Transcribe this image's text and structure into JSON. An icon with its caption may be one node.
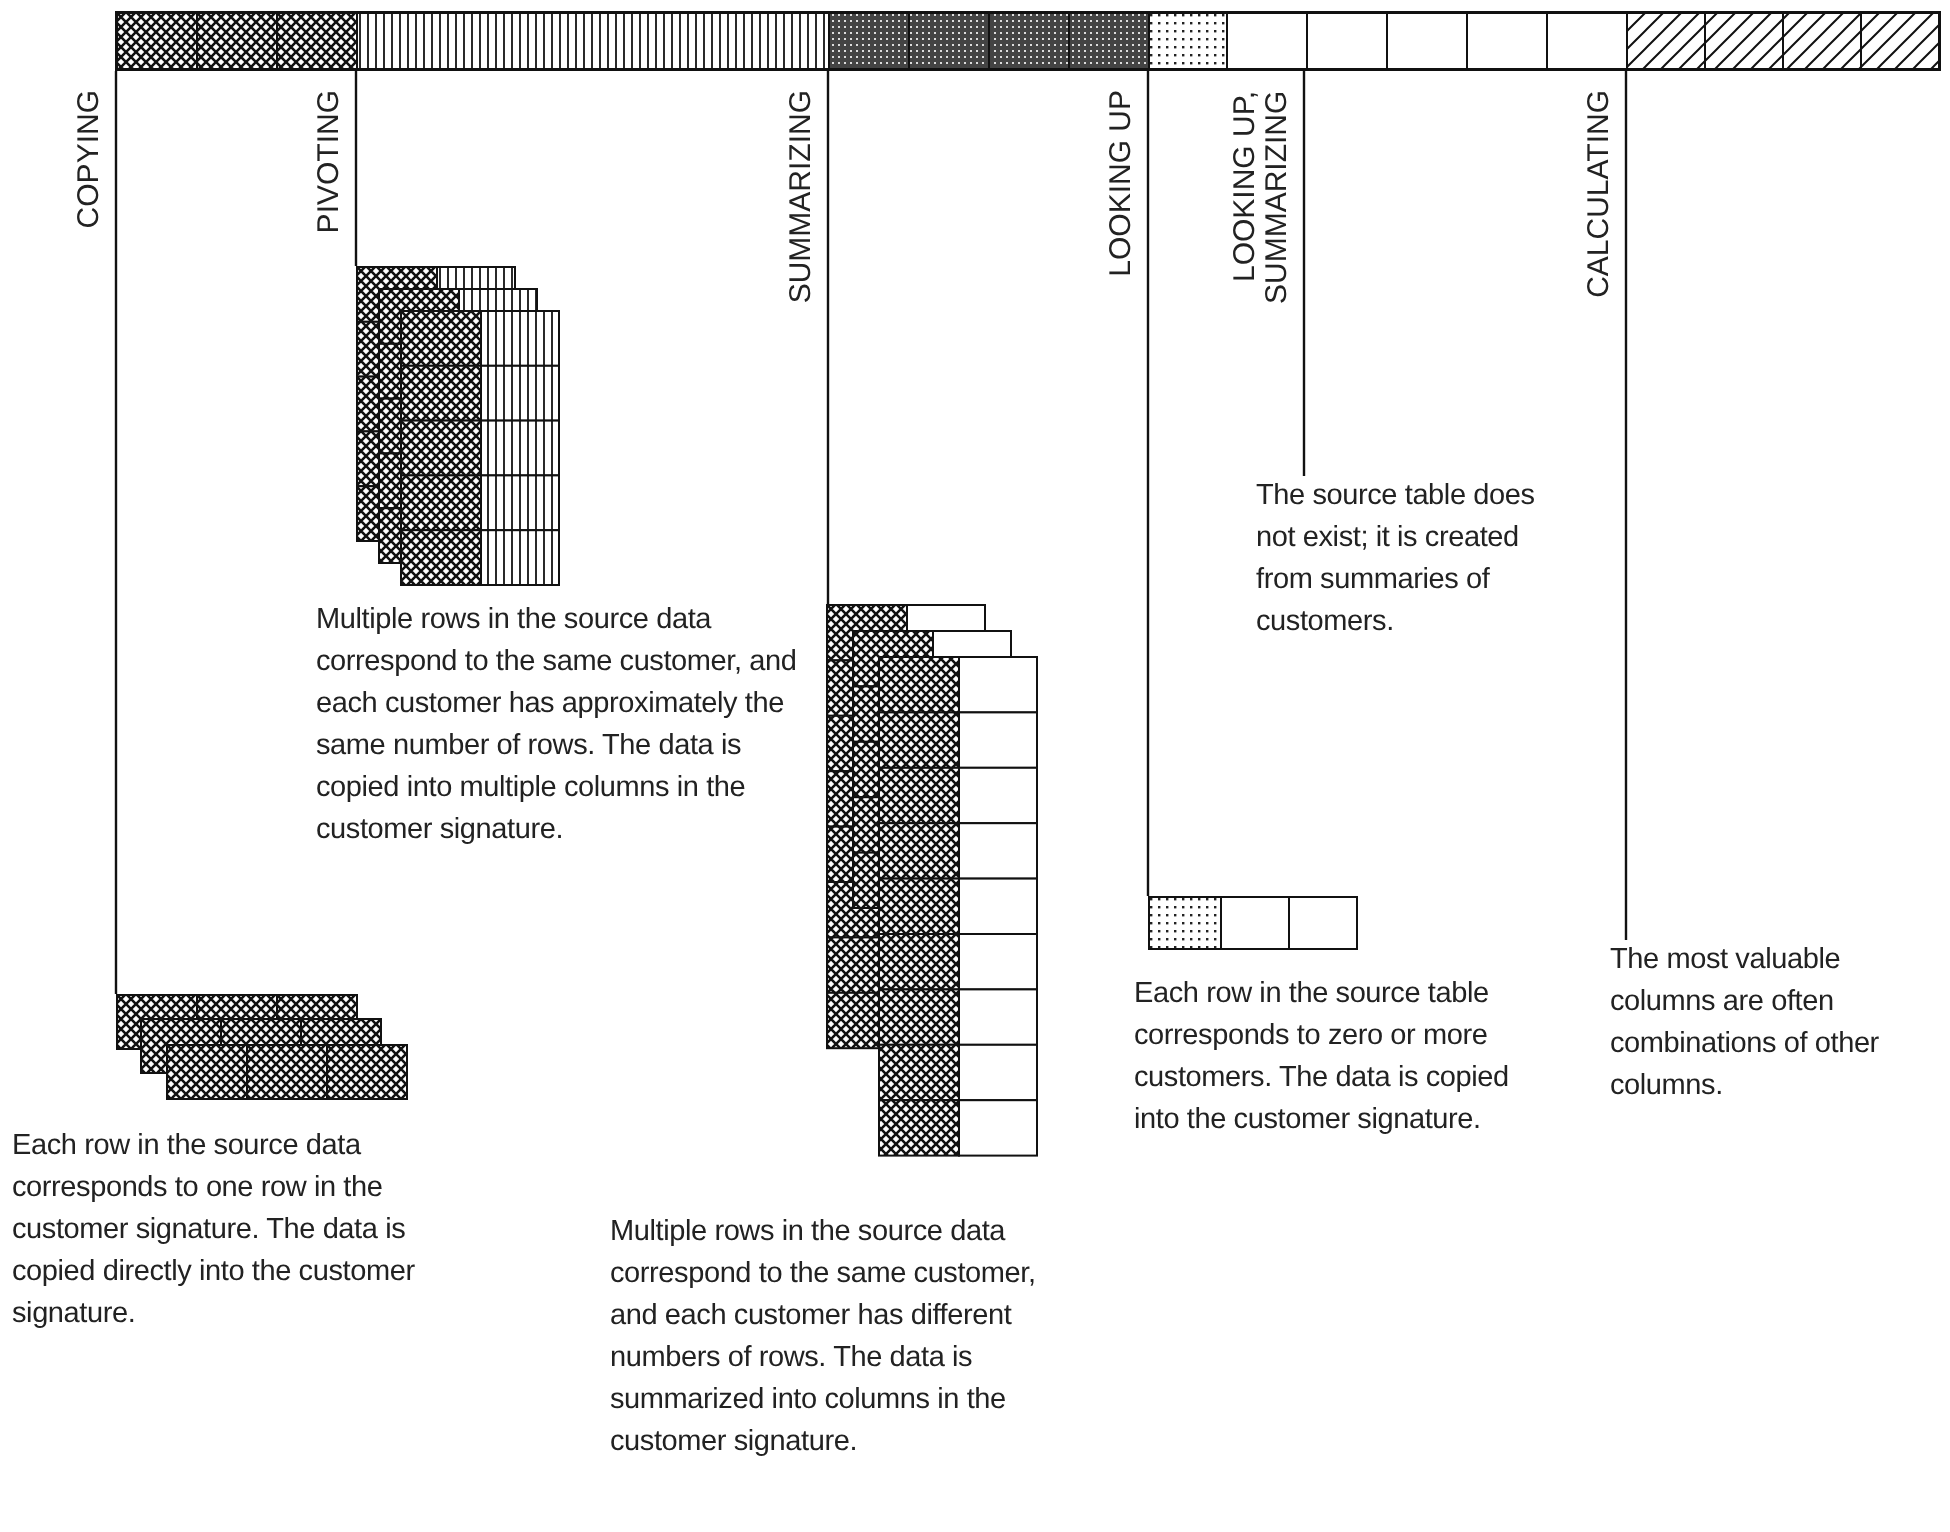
{
  "diagram": {
    "nodes": [
      {
        "text": [],
        "shape": "bar"
      },
      {
        "text": [],
        "shape": "picture",
        "beside": [
          "Each row in the source data corresponds to one row in the customer signature. The data is copied directly into the customer signature."
        ]
      },
      {
        "text": [],
        "shape": "picture",
        "beside": [
          "Multiple rows in the source data correspond to the same customer, and each customer has approximately the same number of rows. The data is copied into multiple columns in the customer signature."
        ]
      },
      {
        "text": [],
        "shape": "picture",
        "beside": [
          "Multiple rows in the source data correspond to the same customer, and each customer has different numbers of rows. The data is summarized into columns in the customer signature."
        ]
      },
      {
        "text": [],
        "shape": "picture",
        "beside": [
          "Each row in the source table corresponds to zero or more customers. The data is copied into the customer signature."
        ]
      },
      {
        "text": [
          "The source table does not exist; it is created from summaries of customers."
        ]
      },
      {
        "text": [
          "The most valuable columns are often combinations of other columns."
        ]
      }
    ],
    "edges": [
      {
        "from": 0,
        "to": 1,
        "arrow": "none",
        "label": "COPYING"
      },
      {
        "from": 0,
        "to": 2,
        "arrow": "none",
        "label": "PIVOTING"
      },
      {
        "from": 0,
        "to": 3,
        "arrow": "none",
        "label": "SUMMARIZING"
      },
      {
        "from": 0,
        "to": 4,
        "arrow": "none",
        "label": "LOOKING UP"
      },
      {
        "from": 0,
        "to": 5,
        "arrow": "none",
        "label": "LOOKING UP, SUMMARIZING"
      },
      {
        "from": 0,
        "to": 6,
        "arrow": "none",
        "label": "CALCULATING"
      }
    ]
  }
}
